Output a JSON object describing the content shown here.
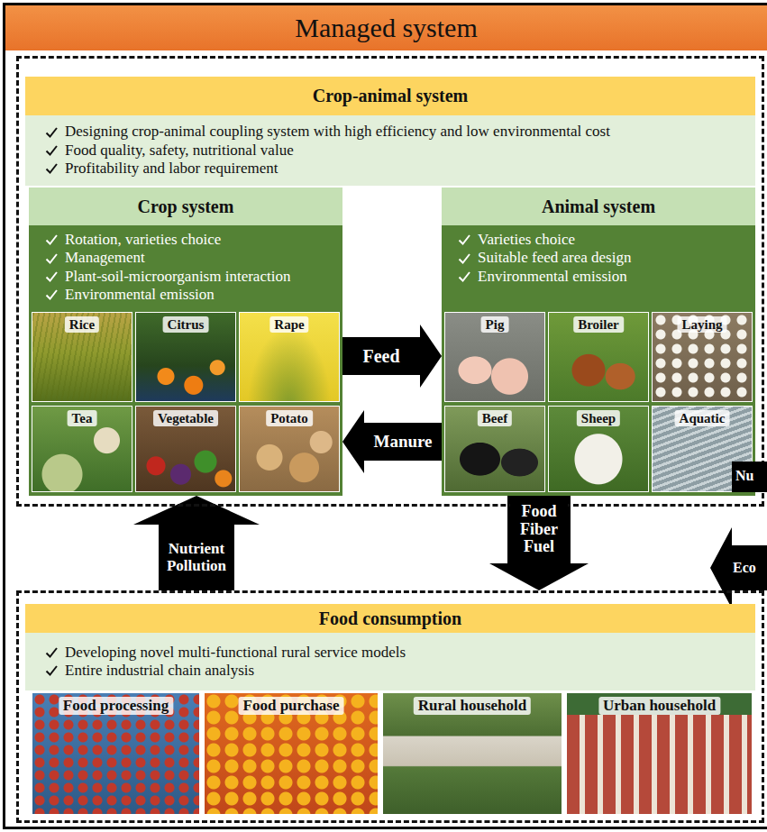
{
  "diagram": {
    "nodes": [
      {
        "text": [
          "Managed system"
        ]
      },
      {
        "text": [
          "Crop-animal system",
          "Designing crop-animal coupling system with high efficiency and low environmental cost",
          "Food quality, safety, nutritional value",
          "Profitability and labor requirement"
        ],
        "in": 0
      },
      {
        "text": [
          "Crop system",
          "Rotation, varieties choice",
          "Management",
          "Plant-soil-microorganism interaction",
          "Environmental emission"
        ],
        "in": 1
      },
      {
        "text": [
          "Rice"
        ],
        "in": 2
      },
      {
        "text": [
          "Citrus"
        ],
        "in": 2
      },
      {
        "text": [
          "Rape"
        ],
        "in": 2
      },
      {
        "text": [
          "Tea"
        ],
        "in": 2
      },
      {
        "text": [
          "Vegetable"
        ],
        "in": 2
      },
      {
        "text": [
          "Potato"
        ],
        "in": 2
      },
      {
        "text": [
          "Animal system",
          "Varieties choice",
          "Suitable feed area design",
          "Environmental emission"
        ],
        "in": 1
      },
      {
        "text": [
          "Pig"
        ],
        "in": 9
      },
      {
        "text": [
          "Broiler"
        ],
        "in": 9
      },
      {
        "text": [
          "Laying"
        ],
        "in": 9
      },
      {
        "text": [
          "Beef"
        ],
        "in": 9
      },
      {
        "text": [
          "Sheep"
        ],
        "in": 9
      },
      {
        "text": [
          "Aquatic"
        ],
        "in": 9
      },
      {
        "text": [
          "Nu"
        ],
        "in": 0
      },
      {
        "text": [
          "Eco"
        ],
        "in": 0
      },
      {
        "text": [
          "Food consumption",
          "Developing novel multi-functional rural service models",
          "Entire industrial chain analysis"
        ],
        "in": 0
      },
      {
        "text": [
          "Food processing"
        ],
        "in": 18
      },
      {
        "text": [
          "Food purchase"
        ],
        "in": 18
      },
      {
        "text": [
          "Rural household"
        ],
        "in": 18
      },
      {
        "text": [
          "Urban household"
        ],
        "in": 18
      }
    ],
    "edges": [
      {
        "from": 2,
        "to": 9,
        "arrow": "to",
        "label": "Feed"
      },
      {
        "from": 9,
        "to": 2,
        "arrow": "to",
        "label": "Manure"
      },
      {
        "from": 9,
        "to": 18,
        "arrow": "to",
        "label": "Food Fiber Fuel"
      },
      {
        "from": 18,
        "to": 2,
        "arrow": "to",
        "label": "Nutrient Pollution"
      }
    ]
  }
}
